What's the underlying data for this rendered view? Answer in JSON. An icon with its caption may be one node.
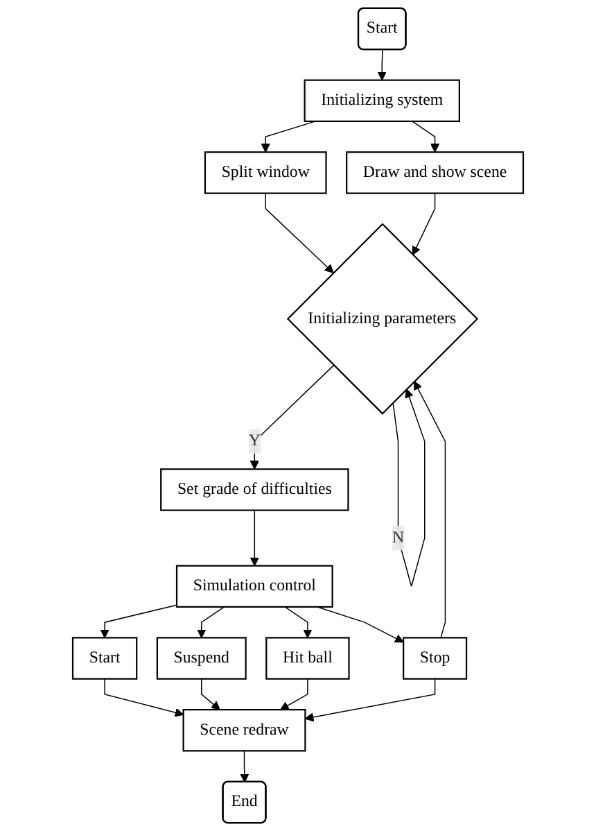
{
  "diagram": {
    "nodes": [
      {
        "text": [
          "Start"
        ]
      },
      {
        "text": [
          "Initializing system"
        ]
      },
      {
        "text": [
          "Split window"
        ]
      },
      {
        "text": [
          "Draw and show scene"
        ]
      },
      {
        "text": [
          "Initializing parameters"
        ]
      },
      {
        "text": [
          "Set grade of difficulties"
        ]
      },
      {
        "text": [
          "Simulation control"
        ]
      },
      {
        "text": [
          "Start"
        ]
      },
      {
        "text": [
          "Suspend"
        ]
      },
      {
        "text": [
          "Hit ball"
        ]
      },
      {
        "text": [
          "Stop"
        ]
      },
      {
        "text": [
          "Scene redraw"
        ]
      },
      {
        "text": [
          "End"
        ]
      }
    ],
    "edges": [
      {
        "from": 0,
        "to": 1,
        "arrow": "to"
      },
      {
        "from": 1,
        "to": 2,
        "arrow": "to"
      },
      {
        "from": 1,
        "to": 3,
        "arrow": "to"
      },
      {
        "from": 2,
        "to": 4,
        "arrow": "to"
      },
      {
        "from": 3,
        "to": 4,
        "arrow": "to"
      },
      {
        "from": 4,
        "to": 4,
        "label": "N",
        "arrow": "to"
      },
      {
        "from": 4,
        "to": 5,
        "label": "Y",
        "arrow": "to"
      },
      {
        "from": 5,
        "to": 6,
        "arrow": "to"
      },
      {
        "from": 6,
        "to": 7,
        "arrow": "to"
      },
      {
        "from": 6,
        "to": 8,
        "arrow": "to"
      },
      {
        "from": 6,
        "to": 9,
        "arrow": "to"
      },
      {
        "from": 6,
        "to": 10,
        "arrow": "to"
      },
      {
        "from": 10,
        "to": 4,
        "arrow": "to"
      },
      {
        "from": 7,
        "to": 11,
        "arrow": "to"
      },
      {
        "from": 8,
        "to": 11,
        "arrow": "to"
      },
      {
        "from": 9,
        "to": 11,
        "arrow": "to"
      },
      {
        "from": 10,
        "to": 11,
        "arrow": "to"
      },
      {
        "from": 11,
        "to": 12,
        "arrow": "to"
      }
    ]
  }
}
